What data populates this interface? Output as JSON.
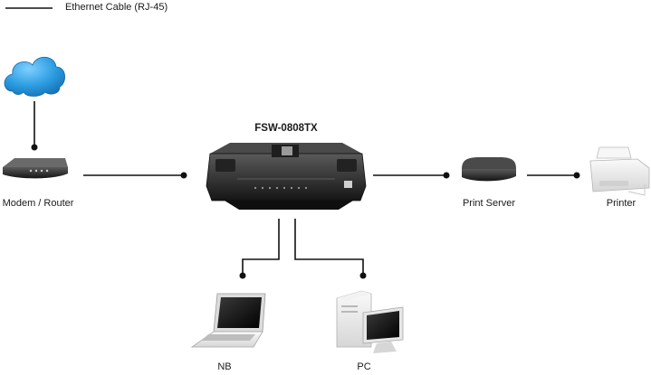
{
  "legend": {
    "line_label": "Ethernet Cable (RJ-45)"
  },
  "switch": {
    "model": "FSW-0808TX"
  },
  "devices": {
    "modem": "Modem / Router",
    "print_server": "Print Server",
    "printer": "Printer",
    "notebook": "NB",
    "pc": "PC"
  },
  "colors": {
    "cable": "#111111",
    "cloud": "#2b9be0",
    "device_dark": "#2a2a2a",
    "peripheral_light": "#e9e9e9"
  },
  "icons": [
    "cloud-icon",
    "modem-router-icon",
    "switch-icon",
    "print-server-icon",
    "printer-icon",
    "notebook-icon",
    "pc-icon"
  ]
}
